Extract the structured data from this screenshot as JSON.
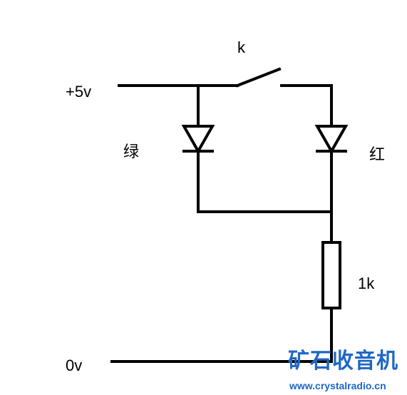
{
  "labels": {
    "supply": "+5v",
    "switch": "k",
    "led_left": "绿",
    "led_right": "红",
    "resistor": "1k",
    "ground": "0v"
  },
  "watermark": {
    "title": "矿石收音机",
    "url": "www.crystalradio.cn"
  },
  "colors": {
    "wire": "#000000",
    "watermark": "#1f67c6"
  }
}
